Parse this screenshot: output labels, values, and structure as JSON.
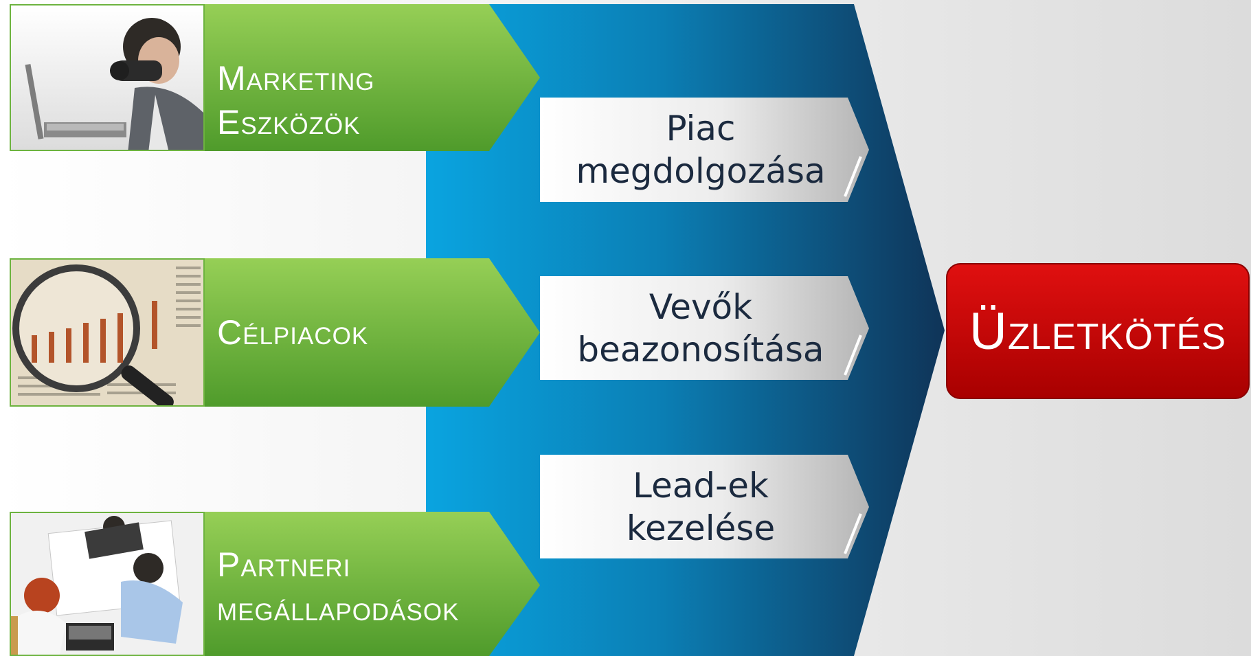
{
  "inputs": [
    {
      "line1": "Marketing",
      "line2": "Eszközök",
      "photo": "person-with-binoculars-at-laptop"
    },
    {
      "line1": "Célpiacok",
      "line2": "",
      "photo": "magnifying-glass-over-bar-chart"
    },
    {
      "line1": "Partneri",
      "line2": "megállapodások",
      "photo": "business-team-meeting"
    }
  ],
  "activities": [
    {
      "line1": "Piac",
      "line2": "megdolgozása"
    },
    {
      "line1": "Vevők",
      "line2": "beazonosítása"
    },
    {
      "line1": "Lead-ek",
      "line2": "kezelése"
    }
  ],
  "result": {
    "label": "Üzletkötés"
  },
  "colors": {
    "green_light": "#8cc94e",
    "green_dark": "#4e9a2a",
    "blue_light": "#0aa4e0",
    "blue_dark": "#0f3a5e",
    "red": "#d10000",
    "grey_box_light": "#ffffff",
    "grey_box_dark": "#b8b8b8"
  }
}
